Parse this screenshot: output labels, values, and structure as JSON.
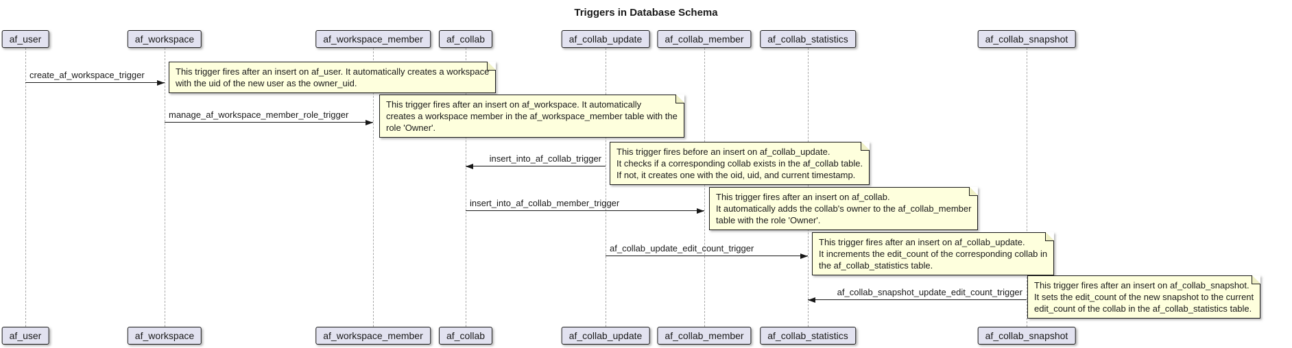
{
  "title": "Triggers in Database Schema",
  "participants": [
    {
      "name": "af_user"
    },
    {
      "name": "af_workspace"
    },
    {
      "name": "af_workspace_member"
    },
    {
      "name": "af_collab"
    },
    {
      "name": "af_collab_update"
    },
    {
      "name": "af_collab_member"
    },
    {
      "name": "af_collab_statistics"
    },
    {
      "name": "af_collab_snapshot"
    }
  ],
  "messages": [
    {
      "label": "create_af_workspace_trigger",
      "from": "af_user",
      "to": "af_workspace",
      "direction": "right"
    },
    {
      "label": "manage_af_workspace_member_role_trigger",
      "from": "af_workspace",
      "to": "af_workspace_member",
      "direction": "right"
    },
    {
      "label": "insert_into_af_collab_trigger",
      "from": "af_collab_update",
      "to": "af_collab",
      "direction": "left"
    },
    {
      "label": "insert_into_af_collab_member_trigger",
      "from": "af_collab",
      "to": "af_collab_member",
      "direction": "right"
    },
    {
      "label": "af_collab_update_edit_count_trigger",
      "from": "af_collab_update",
      "to": "af_collab_statistics",
      "direction": "right"
    },
    {
      "label": "af_collab_snapshot_update_edit_count_trigger",
      "from": "af_collab_snapshot",
      "to": "af_collab_statistics",
      "direction": "left"
    }
  ],
  "notes": [
    {
      "attached_to": "af_workspace",
      "text": "This trigger fires after an insert on af_user. It automatically creates a workspace\nwith the uid of the new user as the owner_uid."
    },
    {
      "attached_to": "af_workspace_member",
      "text": "This trigger fires after an insert on af_workspace. It automatically\ncreates a workspace member in the af_workspace_member table with the\nrole 'Owner'."
    },
    {
      "attached_to": "af_collab_update",
      "text": "This trigger fires before an insert on af_collab_update.\nIt checks if a corresponding collab exists in the af_collab table.\nIf not, it creates one with the oid, uid, and current timestamp."
    },
    {
      "attached_to": "af_collab_member",
      "text": "This trigger fires after an insert on af_collab.\nIt automatically adds the collab's owner to the af_collab_member\ntable with the role 'Owner'."
    },
    {
      "attached_to": "af_collab_statistics",
      "text": "This trigger fires after an insert on af_collab_update.\nIt increments the edit_count of the corresponding collab in\nthe af_collab_statistics table."
    },
    {
      "attached_to": "af_collab_snapshot",
      "text": "This trigger fires after an insert on af_collab_snapshot.\nIt sets the edit_count of the new snapshot to the current\nedit_count of the collab in the af_collab_statistics table."
    }
  ],
  "colors": {
    "participant_fill": "#e2e2f0",
    "note_fill": "#feffdd",
    "border": "#181818",
    "lifeline": "#a8a8a8",
    "background": "#ffffff"
  }
}
